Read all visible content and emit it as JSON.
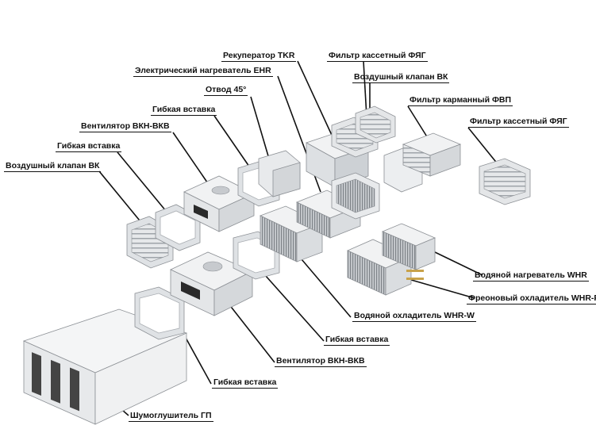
{
  "labels": {
    "recuperator": "Рекуператор TKR",
    "filter_cassette_top": "Фильтр кассетный ФЯГ",
    "heater_electric": "Электрический нагреватель EHR",
    "air_valve_top": "Воздушный клапан ВК",
    "elbow_45": "Отвод 45°",
    "filter_pocket": "Фильтр карманный ФВП",
    "flex_insert_1": "Гибкая вставка",
    "filter_cassette_right": "Фильтр кассетный ФЯГ",
    "fan_top": "Вентилятор ВКН-ВКВ",
    "flex_insert_2": "Гибкая вставка",
    "air_valve_left": "Воздушный клапан ВК",
    "heater_water": "Водяной нагреватель WHR",
    "cooler_freon": "Фреоновый охладитель WHR-R",
    "cooler_water": "Водяной охладитель WHR-W",
    "flex_insert_3": "Гибкая вставка",
    "fan_bottom": "Вентилятор ВКН-ВКВ",
    "flex_insert_4": "Гибкая вставка",
    "silencer": "Шумоглушитель ГП"
  },
  "colors": {
    "metal_light": "#f2f3f4",
    "metal_mid": "#d7d9dc",
    "metal_dark": "#a9adb2",
    "edge": "#8c9095",
    "leader": "#111111"
  }
}
